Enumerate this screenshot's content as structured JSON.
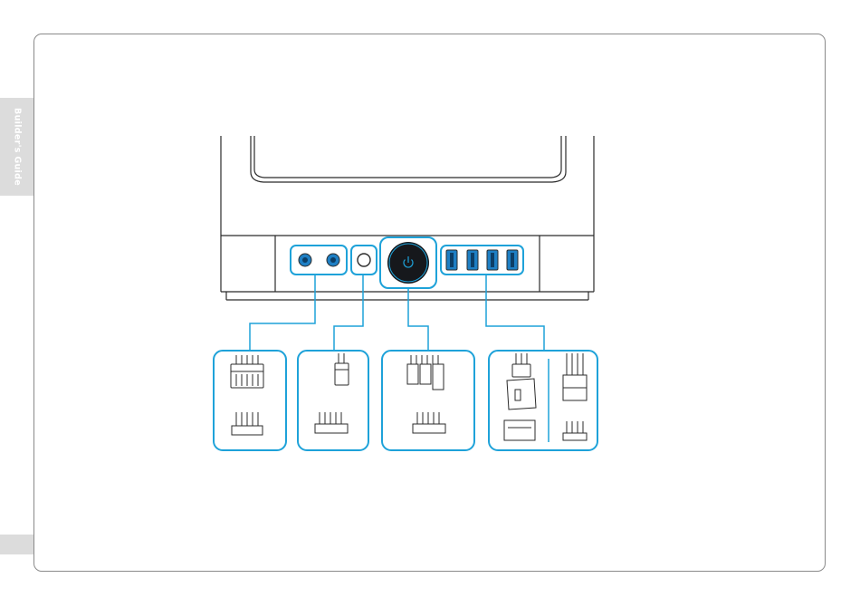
{
  "side_tab": {
    "label": "Builder's Guide"
  },
  "ports": [
    {
      "name": "audio-jacks",
      "connector": "hd-audio-connector"
    },
    {
      "name": "reset-button",
      "connector": "2-pin-connector"
    },
    {
      "name": "power-button",
      "connector": "front-panel-connectors"
    },
    {
      "name": "usb-ports",
      "connector": "usb-3-and-usb-2-connectors"
    }
  ],
  "colors": {
    "accent": "#1ea2d9",
    "line": "#2b2b2b",
    "port_fill": "#1e7fc4",
    "frame": "#8a8a8a",
    "tab": "#dcdcdc"
  },
  "icons": [
    "power-icon",
    "usb-port-icon",
    "audio-jack-icon"
  ]
}
